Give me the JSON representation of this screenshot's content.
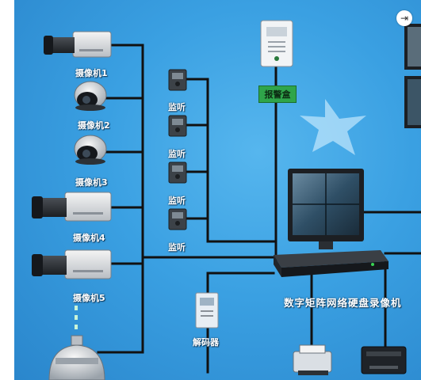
{
  "cameras": [
    {
      "label": "摄像机1",
      "kind": "box-camera"
    },
    {
      "label": "摄像机2",
      "kind": "dome-camera"
    },
    {
      "label": "摄像机3",
      "kind": "dome-camera"
    },
    {
      "label": "摄像机4",
      "kind": "box-camera"
    },
    {
      "label": "摄像机5",
      "kind": "box-camera"
    }
  ],
  "monitors_audio": [
    "监听",
    "监听",
    "监听",
    "监听"
  ],
  "alarm_box_label": "报警盒",
  "decoder_label": "解码器",
  "nvr_label": "数字矩阵网络硬盘录像机",
  "corner_button_icon": "exit-icon",
  "colors": {
    "background": "#3aa0e2",
    "wire": "#111111",
    "alarm_tag": "#2fa54a",
    "label_text": "#ffffff"
  }
}
